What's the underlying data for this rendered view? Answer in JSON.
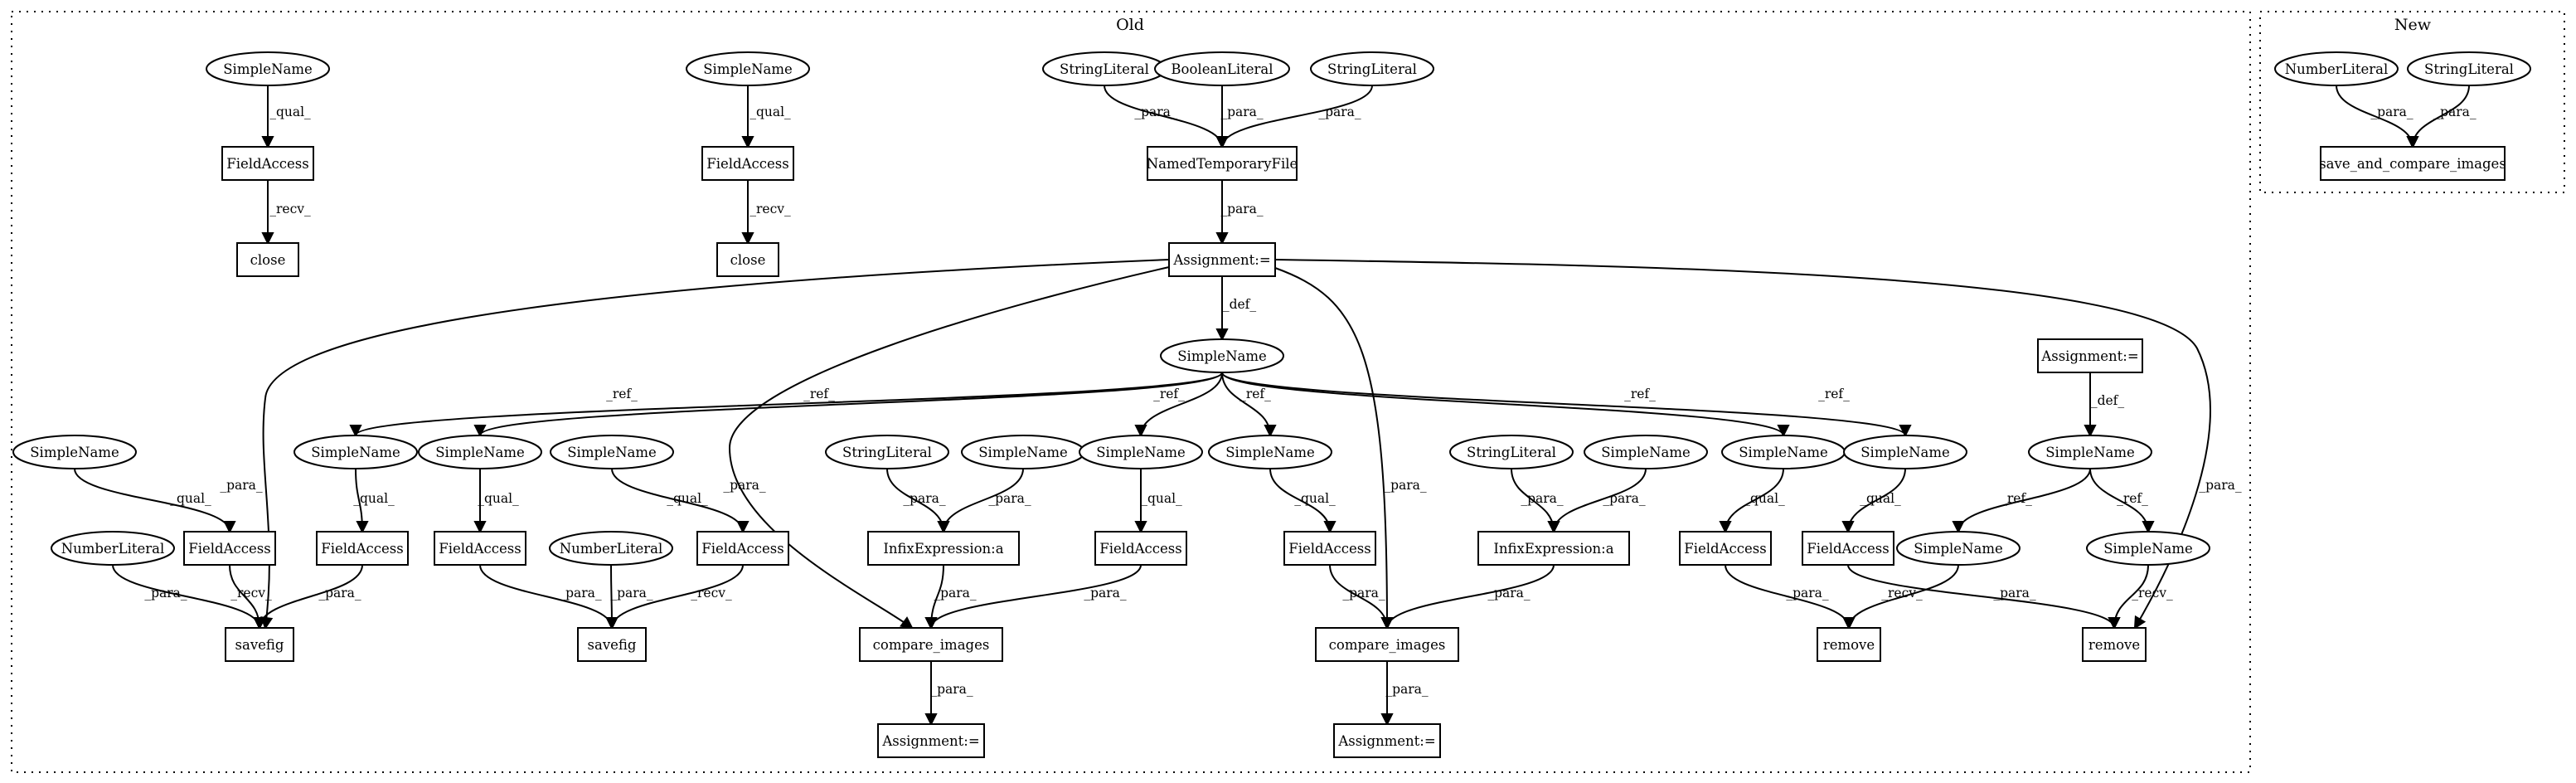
{
  "clusters": {
    "old": "Old",
    "new": "New"
  },
  "nodes": {
    "sn1": "SimpleName",
    "fa1": "FieldAccess",
    "close1": "close",
    "sn2": "SimpleName",
    "fa2": "FieldAccess",
    "close2": "close",
    "str1": "StringLiteral",
    "bool1": "BooleanLiteral",
    "str2": "StringLiteral",
    "ntf": "NamedTemporaryFile",
    "asg_top": "Assignment:=",
    "sn_main": "SimpleName",
    "asg_right": "Assignment:=",
    "sn_r": "SimpleName",
    "sn_l1": "SimpleName",
    "sn_l2": "SimpleName",
    "sn_l3": "SimpleName",
    "sn_l4": "SimpleName",
    "str_l": "StringLiteral",
    "sn_l5": "SimpleName",
    "sn_m1": "SimpleName",
    "sn_m2": "SimpleName",
    "str_m": "StringLiteral",
    "sn_m3": "SimpleName",
    "sn_r1": "SimpleName",
    "sn_r2": "SimpleName",
    "sn_rr1": "SimpleName",
    "sn_rr2": "SimpleName",
    "num_l": "NumberLiteral",
    "fa_l1": "FieldAccess",
    "fa_l2": "FieldAccess",
    "fa_l3": "FieldAccess",
    "num_l2": "NumberLiteral",
    "fa_l4": "FieldAccess",
    "ie1": "InfixExpression:a",
    "fa_m1": "FieldAccess",
    "fa_m2": "FieldAccess",
    "ie2": "InfixExpression:a",
    "fa_r1": "FieldAccess",
    "fa_r2": "FieldAccess",
    "savefig1": "savefig",
    "savefig2": "savefig",
    "ci1": "compare_images",
    "ci2": "compare_images",
    "remove1": "remove",
    "remove2": "remove",
    "asg_b1": "Assignment:=",
    "asg_b2": "Assignment:=",
    "new_num": "NumberLiteral",
    "new_str": "StringLiteral",
    "new_save": "save_and_compare_images"
  },
  "edge_labels": {
    "qual": "_qual_",
    "recv": "_recv_",
    "para": "_para_",
    "def": "_def_",
    "ref": "_ref_"
  }
}
